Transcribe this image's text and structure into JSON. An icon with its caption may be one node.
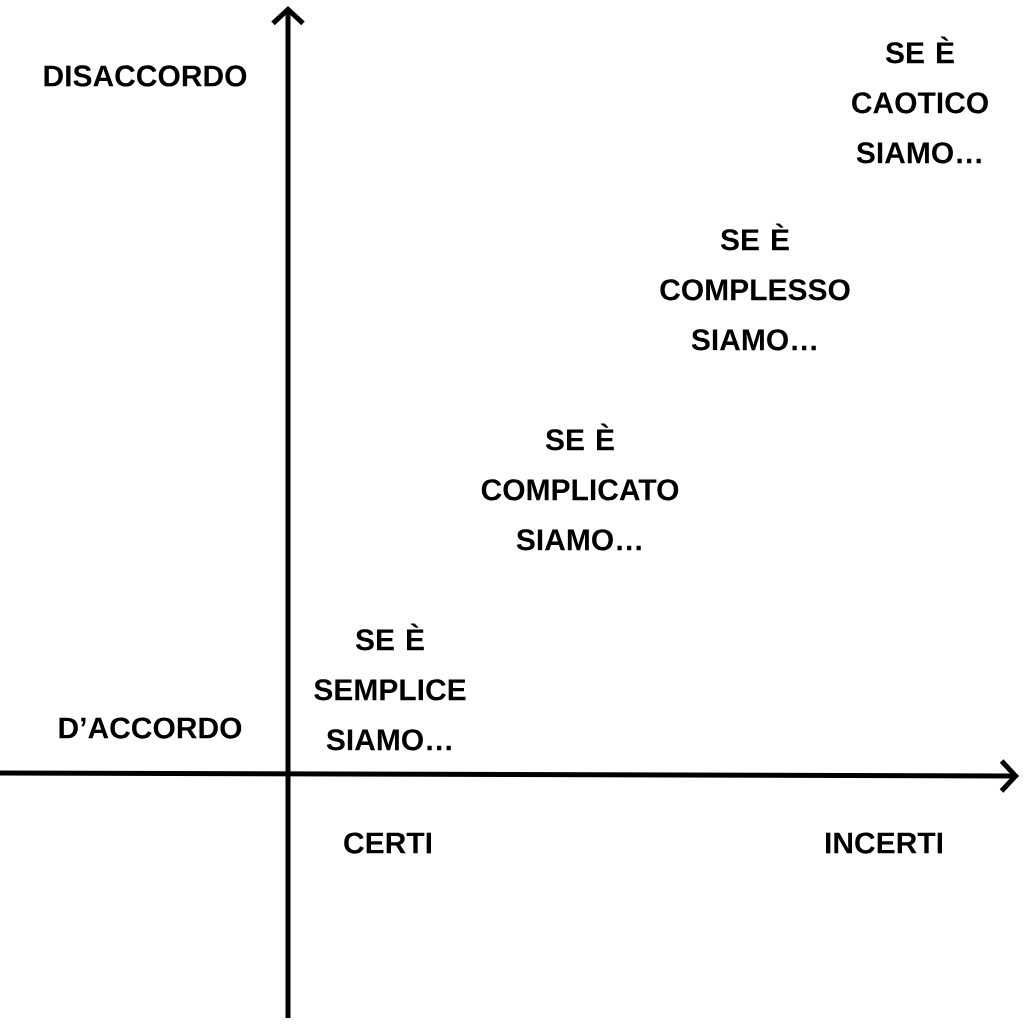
{
  "diagram": {
    "labels": [
      "SE È CAOTICO SIAMO…",
      "DISACCORDO",
      "SE È COMPLESSO SIAMO…",
      "SE È COMPLICATO SIAMO…",
      "SE È SEMPLICE SIAMO…",
      "D’ACCORDO",
      "CERTI",
      "INCERTI"
    ]
  }
}
